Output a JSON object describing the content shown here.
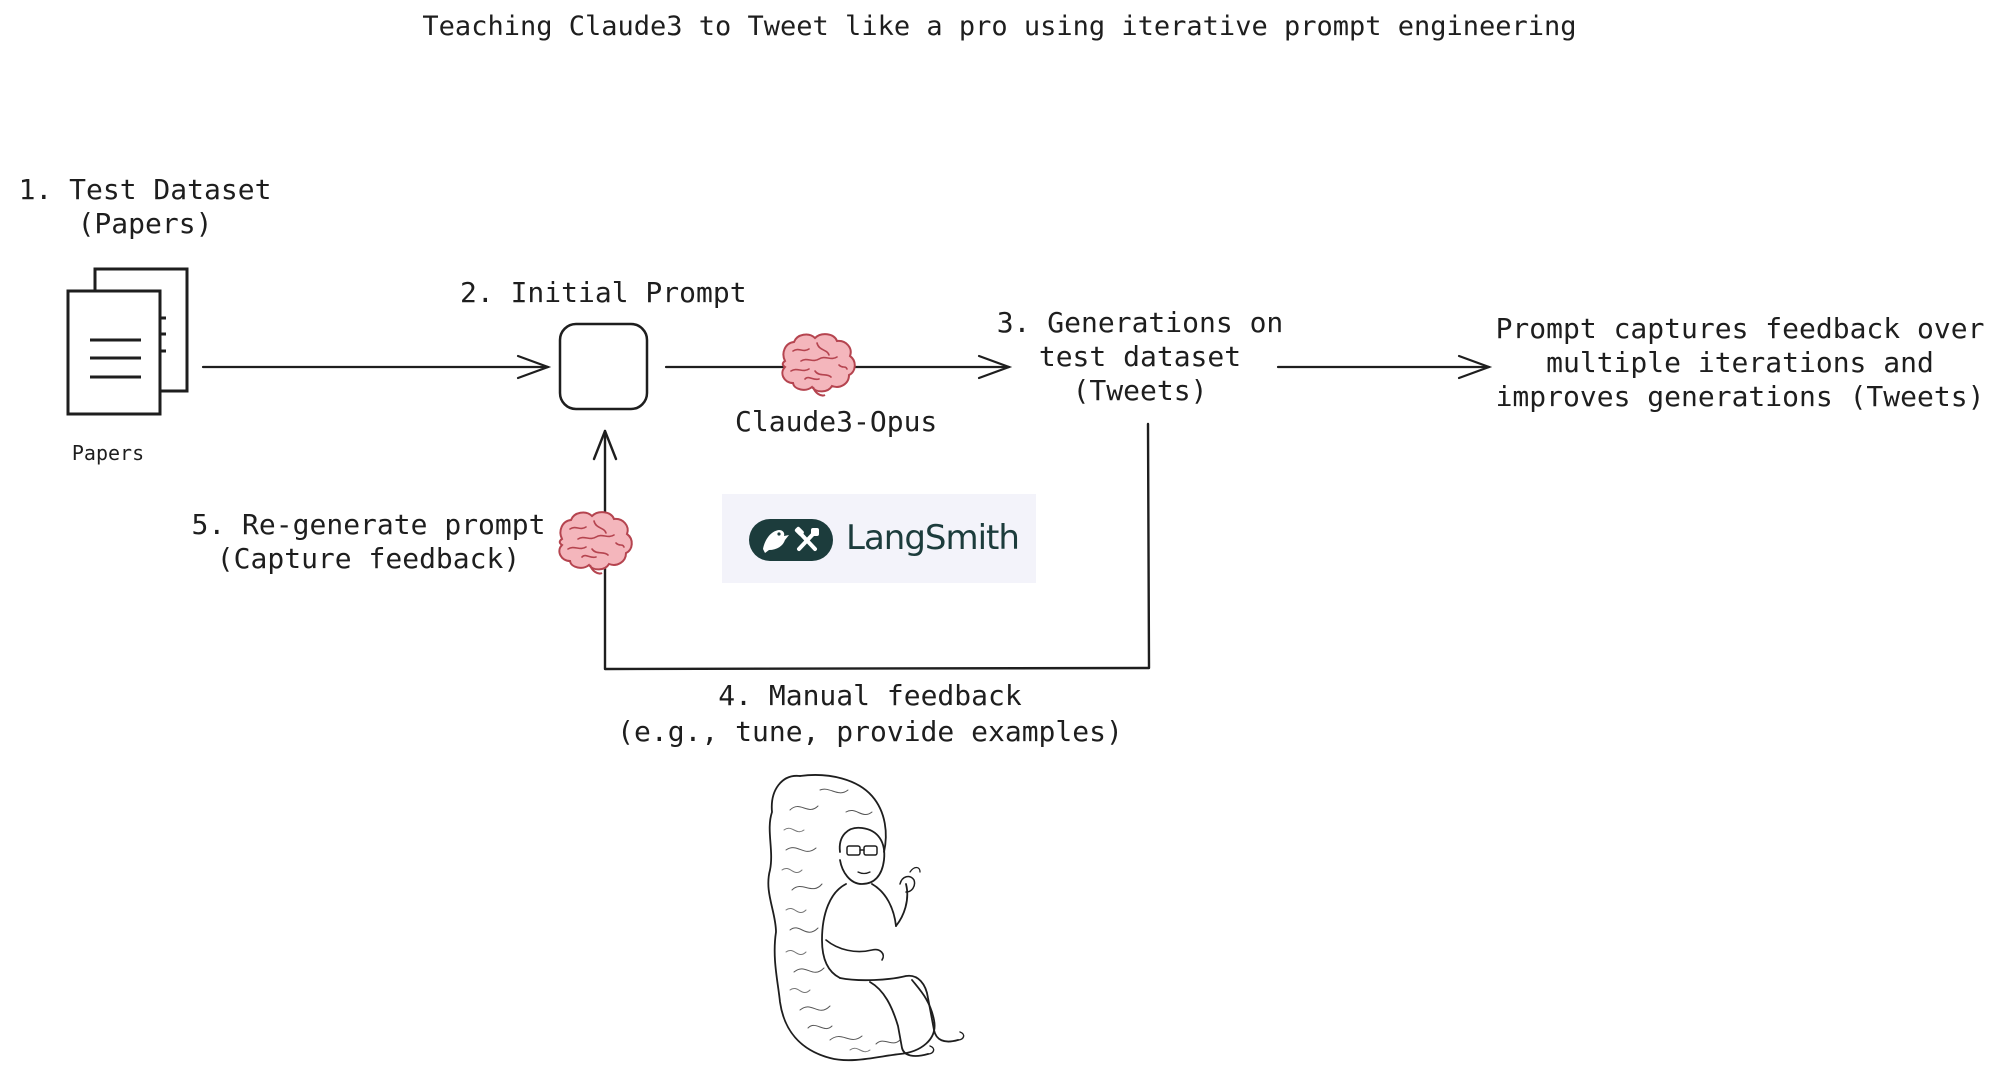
{
  "title": "Teaching Claude3 to Tweet like a pro using iterative prompt engineering",
  "step1": {
    "line1": "1. Test Dataset",
    "line2": "(Papers)",
    "icon_caption": "Papers",
    "icon": "documents-icon"
  },
  "step2": {
    "label": "2. Initial Prompt",
    "icon": "prompt-box-icon"
  },
  "model": {
    "label": "Claude3-Opus",
    "icon": "brain-icon"
  },
  "step3": {
    "line1": "3. Generations on",
    "line2": "test dataset",
    "line3": "(Tweets)"
  },
  "result": {
    "line1": "Prompt captures feedback over",
    "line2": "multiple iterations and",
    "line3": "improves generations (Tweets)"
  },
  "step4": {
    "line1": "4. Manual feedback",
    "line2": "(e.g., tune, provide examples)",
    "icon": "thinker-wojak-illustration"
  },
  "step5": {
    "line1": "5. Re-generate prompt",
    "line2": "(Capture feedback)",
    "icon": "brain-icon"
  },
  "brand": {
    "name": "LangSmith",
    "icon": "langsmith-logo",
    "color": "#1c3c3c",
    "background": "#f3f3fa"
  },
  "colors": {
    "stroke": "#1e1e1e",
    "brain_fill": "#f4b6bc",
    "brain_stroke": "#b5444f"
  }
}
